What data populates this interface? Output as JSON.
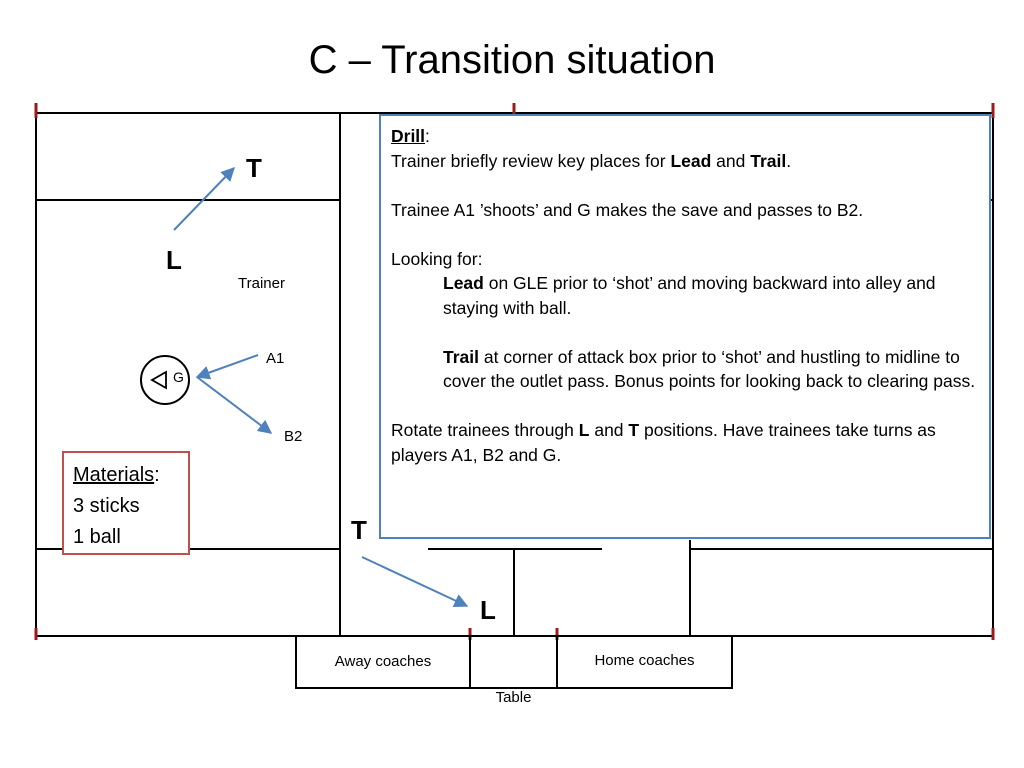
{
  "title": "C – Transition situation",
  "field": {
    "trainer_label": "Trainer",
    "goalie_label": "G",
    "player_a1": "A1",
    "player_b2": "B2",
    "top_lead": "L",
    "top_trail": "T",
    "bottom_trail": "T",
    "bottom_lead": "L"
  },
  "table": {
    "away_label": "Away coaches",
    "home_label": "Home coaches",
    "table_label": "Table"
  },
  "materials": {
    "heading": "Materials",
    "colon": ":",
    "items": [
      "3 sticks",
      "1 ball"
    ]
  },
  "drill": {
    "heading": "Drill",
    "heading_colon": ":",
    "line1_pre": "Trainer briefly review key places for ",
    "line1_lead": "Lead",
    "line1_mid": " and ",
    "line1_trail": "Trail",
    "line1_end": ".",
    "line2": "Trainee A1 ’shoots’ and G makes the save and passes to B2.",
    "looking_for": "Looking for:",
    "lead_word": "Lead",
    "lead_text": " on GLE prior to ‘shot’ and moving backward into alley and staying with ball.",
    "trail_word": "Trail",
    "trail_text": " at corner of attack box prior to ‘shot’ and hustling to midline to cover the outlet pass.  Bonus points for looking back to clearing pass.",
    "rotate_pre": "Rotate trainees through ",
    "rotate_l": "L",
    "rotate_and": " and ",
    "rotate_t": "T",
    "rotate_post": " positions.  Have trainees take turns as players A1, B2 and G."
  },
  "colors": {
    "field_lines": "#000000",
    "arrow": "#4f81bd",
    "drill_border": "#4f81bd",
    "materials_border": "#c0504d",
    "corner_ticks": "#9b1b1b"
  }
}
